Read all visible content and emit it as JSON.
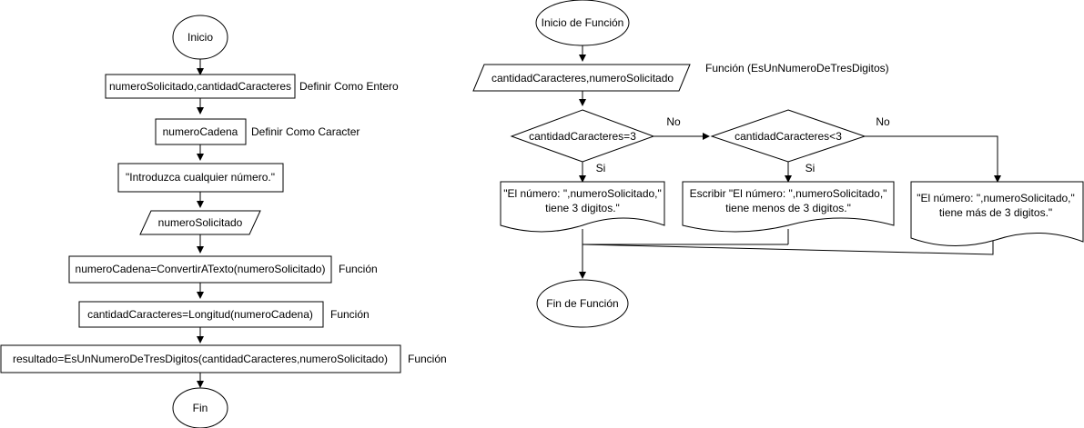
{
  "main_flow": {
    "start": "Inicio",
    "declare_int_box": "numeroSolicitado,cantidadCaracteres",
    "declare_int_note": "Definir Como Entero",
    "declare_char_box": "numeroCadena",
    "declare_char_note": "Definir Como Caracter",
    "prompt_box": "\"Introduzca cualquier número.\"",
    "input_box": "numeroSolicitado",
    "convert_box": "numeroCadena=ConvertirATexto(numeroSolicitado)",
    "convert_note": "Función",
    "length_box": "cantidadCaracteres=Longitud(numeroCadena)",
    "length_note": "Función",
    "result_box": "resultado=EsUnNumeroDeTresDigitos(cantidadCaracteres,numeroSolicitado)",
    "result_note": "Función",
    "end": "Fin"
  },
  "function_flow": {
    "start": "Inicio de Función",
    "params_box": "cantidadCaracteres,numeroSolicitado",
    "function_note": "Función (EsUnNumeroDeTresDigitos)",
    "decision1": "cantidadCaracteres=3",
    "decision1_no": "No",
    "decision1_yes": "Si",
    "decision2": "cantidadCaracteres<3",
    "decision2_no": "No",
    "decision2_yes": "Si",
    "doc_equal_line1": "\"El número: \",numeroSolicitado,\"",
    "doc_equal_line2": "tiene 3 digitos.\"",
    "doc_less_line1": "Escribir \"El número: \",numeroSolicitado,\"",
    "doc_less_line2": "tiene menos de 3 digitos.\"",
    "doc_more_line1": "\"El número: \",numeroSolicitado,\"",
    "doc_more_line2": "tiene más de 3 digitos.\"",
    "end": "Fin de Función"
  }
}
